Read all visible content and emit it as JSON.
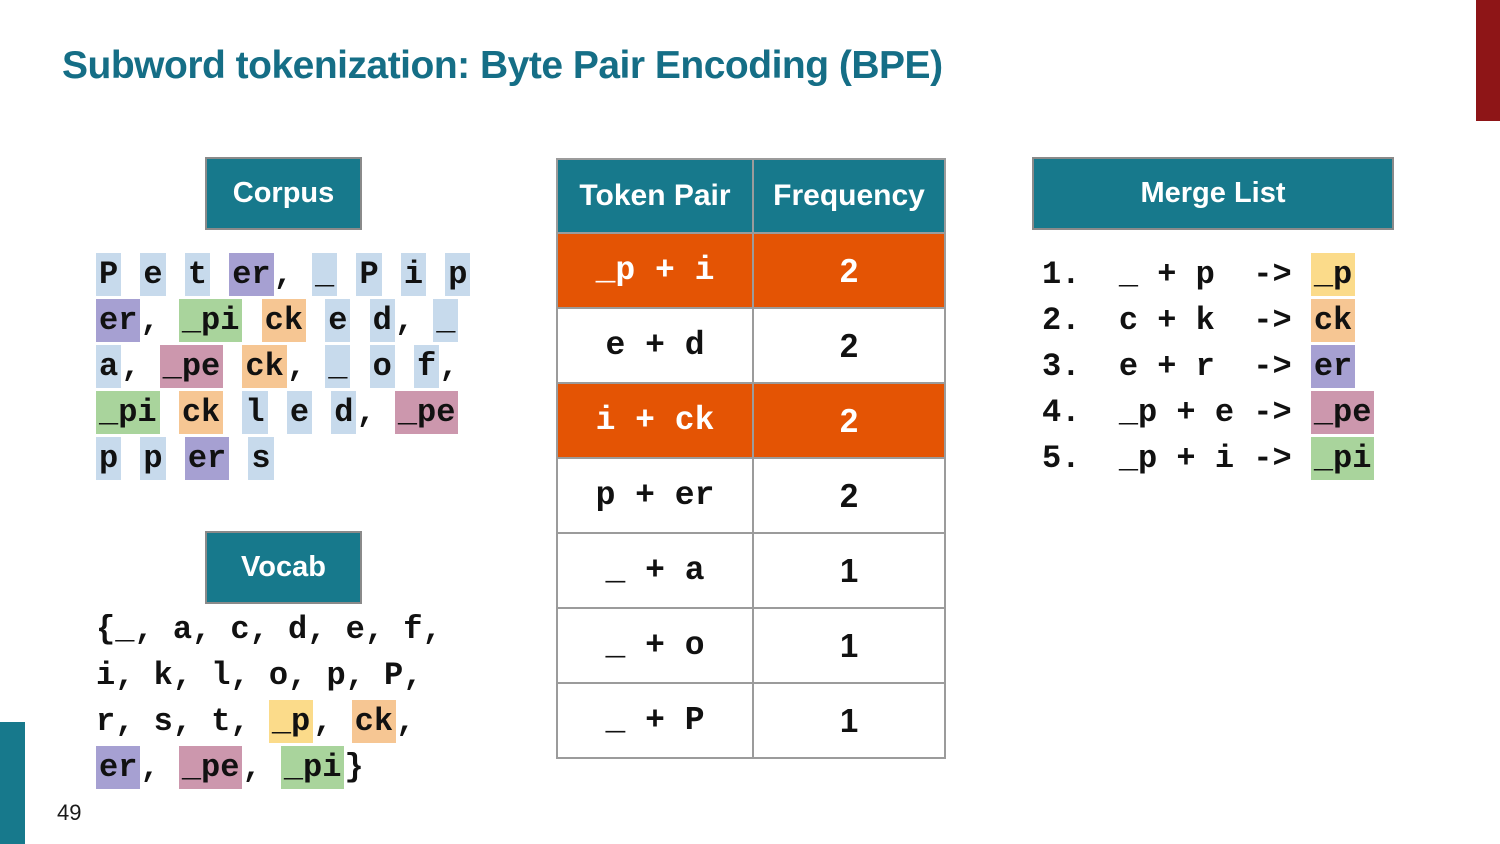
{
  "title": "Subword tokenization: Byte Pair Encoding (BPE)",
  "page_number": "49",
  "colors": {
    "teal_header": "#17798c",
    "title_teal": "#156e86",
    "orange_row": "#e45404",
    "accent_red": "#8e1517",
    "table_border": "#9b9b9b",
    "highlight_blue": "#c7daec",
    "highlight_purple": "#a6a0d2",
    "highlight_green": "#a9d49c",
    "highlight_orange": "#f6c693",
    "highlight_pink": "#cc97ad",
    "highlight_yellow": "#fbdb8a"
  },
  "corpus": {
    "header": "Corpus",
    "lines": [
      [
        {
          "t": "P",
          "c": "blue"
        },
        {
          "t": " "
        },
        {
          "t": "e",
          "c": "blue"
        },
        {
          "t": " "
        },
        {
          "t": "t",
          "c": "blue"
        },
        {
          "t": " "
        },
        {
          "t": "er",
          "c": "purple"
        },
        {
          "t": ","
        },
        {
          "t": " "
        },
        {
          "t": "_",
          "c": "blue"
        },
        {
          "t": " "
        },
        {
          "t": "P",
          "c": "blue"
        },
        {
          "t": " "
        },
        {
          "t": "i",
          "c": "blue"
        },
        {
          "t": " "
        },
        {
          "t": "p",
          "c": "blue"
        }
      ],
      [
        {
          "t": "er",
          "c": "purple"
        },
        {
          "t": ","
        },
        {
          "t": " "
        },
        {
          "t": "_pi",
          "c": "green"
        },
        {
          "t": " "
        },
        {
          "t": "ck",
          "c": "orange"
        },
        {
          "t": " "
        },
        {
          "t": "e",
          "c": "blue"
        },
        {
          "t": " "
        },
        {
          "t": "d",
          "c": "blue"
        },
        {
          "t": ","
        },
        {
          "t": " "
        },
        {
          "t": "_",
          "c": "blue"
        }
      ],
      [
        {
          "t": "a",
          "c": "blue"
        },
        {
          "t": ","
        },
        {
          "t": " "
        },
        {
          "t": "_pe",
          "c": "pink"
        },
        {
          "t": " "
        },
        {
          "t": "ck",
          "c": "orange"
        },
        {
          "t": ","
        },
        {
          "t": " "
        },
        {
          "t": "_",
          "c": "blue"
        },
        {
          "t": " "
        },
        {
          "t": "o",
          "c": "blue"
        },
        {
          "t": " "
        },
        {
          "t": "f",
          "c": "blue"
        },
        {
          "t": ","
        }
      ],
      [
        {
          "t": "_pi",
          "c": "green"
        },
        {
          "t": " "
        },
        {
          "t": "ck",
          "c": "orange"
        },
        {
          "t": " "
        },
        {
          "t": "l",
          "c": "blue"
        },
        {
          "t": " "
        },
        {
          "t": "e",
          "c": "blue"
        },
        {
          "t": " "
        },
        {
          "t": "d",
          "c": "blue"
        },
        {
          "t": ","
        },
        {
          "t": " "
        },
        {
          "t": "_pe",
          "c": "pink"
        }
      ],
      [
        {
          "t": "p",
          "c": "blue"
        },
        {
          "t": " "
        },
        {
          "t": "p",
          "c": "blue"
        },
        {
          "t": " "
        },
        {
          "t": "er",
          "c": "purple"
        },
        {
          "t": " "
        },
        {
          "t": "s",
          "c": "blue"
        }
      ]
    ]
  },
  "vocab": {
    "header": "Vocab",
    "lines": [
      [
        {
          "t": "{_, a, c, d, e, f,"
        }
      ],
      [
        {
          "t": "i, k, l, o, p, P,"
        }
      ],
      [
        {
          "t": "r, s, t, "
        },
        {
          "t": "_p",
          "c": "yellow"
        },
        {
          "t": ", "
        },
        {
          "t": "ck",
          "c": "orange"
        },
        {
          "t": ","
        }
      ],
      [
        {
          "t": "er",
          "c": "purple"
        },
        {
          "t": ", "
        },
        {
          "t": "_pe",
          "c": "pink"
        },
        {
          "t": ", "
        },
        {
          "t": "_pi",
          "c": "green"
        },
        {
          "t": "}"
        }
      ]
    ]
  },
  "pair_table": {
    "columns": [
      "Token Pair",
      "Frequency"
    ],
    "rows": [
      {
        "pair": "_p + i",
        "frequency": "2",
        "highlighted": true
      },
      {
        "pair": "e + d",
        "frequency": "2",
        "highlighted": false
      },
      {
        "pair": "i + ck",
        "frequency": "2",
        "highlighted": true
      },
      {
        "pair": "p + er",
        "frequency": "2",
        "highlighted": false
      },
      {
        "pair": "_ + a",
        "frequency": "1",
        "highlighted": false
      },
      {
        "pair": "_ + o",
        "frequency": "1",
        "highlighted": false
      },
      {
        "pair": "_ + P",
        "frequency": "1",
        "highlighted": false
      }
    ]
  },
  "merge_list": {
    "header": "Merge List",
    "items": [
      {
        "number": "1.",
        "body": "  _ + p  -> ",
        "result": "_p",
        "color": "yellow"
      },
      {
        "number": "2.",
        "body": "  c + k  -> ",
        "result": "ck",
        "color": "orange"
      },
      {
        "number": "3.",
        "body": "  e + r  -> ",
        "result": "er",
        "color": "purple"
      },
      {
        "number": "4.",
        "body": "  _p + e -> ",
        "result": "_pe",
        "color": "pink"
      },
      {
        "number": "5.",
        "body": "  _p + i -> ",
        "result": "_pi",
        "color": "green"
      }
    ]
  }
}
